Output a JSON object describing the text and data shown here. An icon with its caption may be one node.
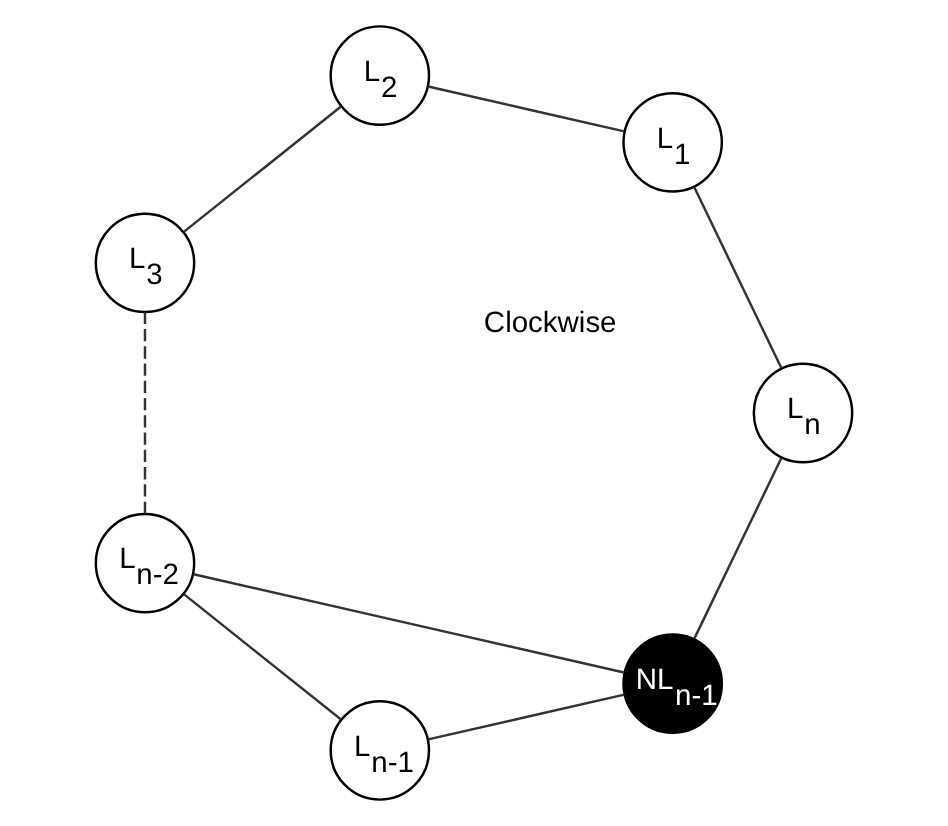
{
  "diagram": {
    "nodes": [
      {
        "text": [
          "L$_{n}$"
        ]
      },
      {
        "text": [
          "NL$_{n-1}$"
        ]
      },
      {
        "text": [
          "L$_{1}$"
        ]
      },
      {
        "text": [
          "L$_{n-1}$"
        ]
      },
      {
        "text": [
          "L$_{2}$"
        ]
      },
      {
        "text": [
          "L$_{n-2}$"
        ]
      },
      {
        "text": [
          "L$_{3}$"
        ]
      }
    ],
    "edges": [
      {
        "from": 0,
        "to": 1,
        "arrow": "none"
      },
      {
        "from": 1,
        "to": 3,
        "arrow": "none"
      },
      {
        "from": 3,
        "to": 5,
        "arrow": "none"
      },
      {
        "from": 5,
        "to": 6,
        "arrow": "none",
        "style": "dashed"
      },
      {
        "from": 6,
        "to": 4,
        "arrow": "none"
      },
      {
        "from": 4,
        "to": 2,
        "arrow": "none"
      },
      {
        "from": 2,
        "to": 0,
        "arrow": "none"
      },
      {
        "from": 1,
        "to": 5,
        "arrow": "none"
      }
    ],
    "labels": [
      "Clockwise"
    ]
  }
}
